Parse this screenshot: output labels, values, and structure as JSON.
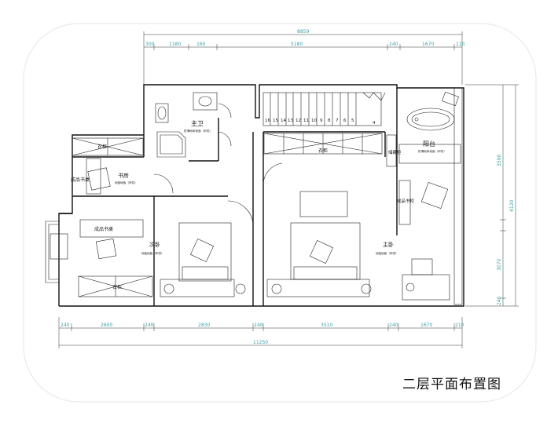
{
  "drawing_title": "二层平面布置图",
  "rooms": {
    "master_bath": "主卫",
    "master_bath_floor": "防滑地砖地面（甲供）",
    "study": "书房",
    "study_floor": "地板地板（甲供）",
    "bedroom2": "次卧",
    "bedroom2_floor": "地板地板（甲供）",
    "master_bedroom": "主卧",
    "master_bedroom_floor": "地板地板（甲供）",
    "balcony": "阳台",
    "balcony_floor": "防滑地砖地面（甲供）"
  },
  "furniture": {
    "wardrobe_study": "衣柜",
    "bookcase_left": "成品书桌",
    "desk_bed2": "成品书桌",
    "wardrobe_bed2": "衣柜",
    "wardrobe_master": "衣柜",
    "storage_cabinet": "储藏柜",
    "bookcase_right": "成品书柜"
  },
  "stair_numbers": [
    "16",
    "15",
    "14",
    "13",
    "12",
    "11",
    "10",
    "9",
    "8",
    "7",
    "6",
    "5",
    "4"
  ],
  "dimensions": {
    "top_total": "8859",
    "top_segments": [
      "300",
      "1180",
      "160",
      "5180",
      "240",
      "1670",
      "110"
    ],
    "bottom_segments": [
      "240",
      "2600",
      "240",
      "2830",
      "240",
      "3510",
      "240",
      "1670",
      "210"
    ],
    "bottom_total": "11250",
    "right_segments": [
      "3590",
      "4120",
      "3070",
      "240"
    ]
  },
  "colors": {
    "dimension": "#3aa0a8",
    "wall": "#111111"
  }
}
